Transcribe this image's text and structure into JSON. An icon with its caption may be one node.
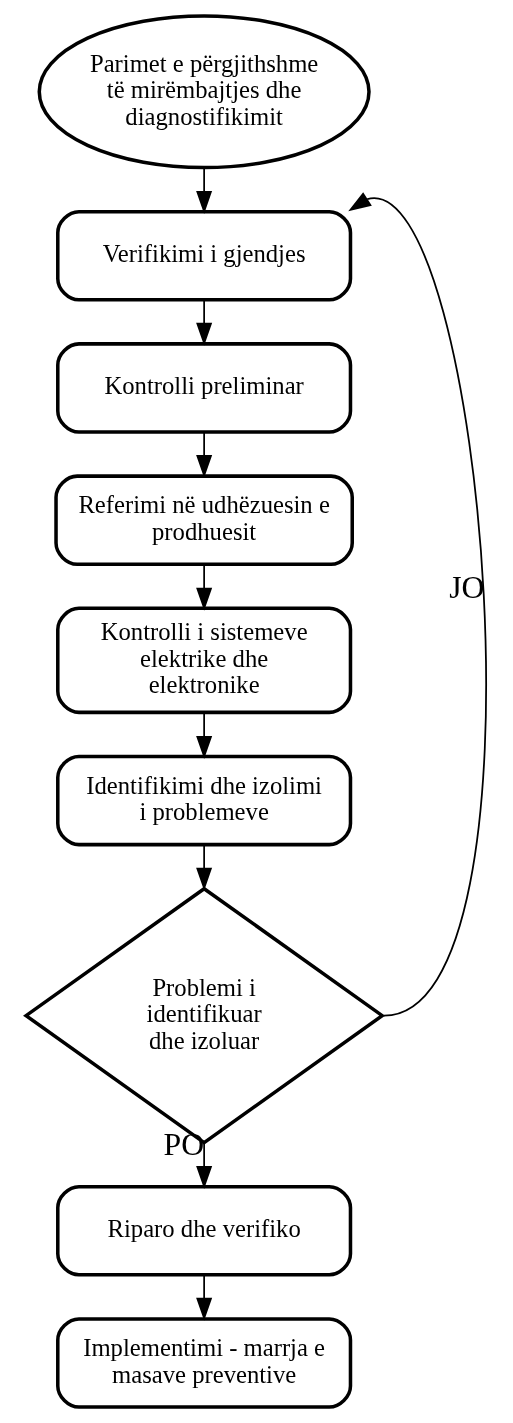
{
  "diagram": {
    "nodes": [
      {
        "text": [
          "Parimet e përgjithshme të mirëmbajtjes dhe diagnostifikimit"
        ]
      },
      {
        "text": [
          "Verifikimi i gjendjes"
        ]
      },
      {
        "text": [
          "Kontrolli preliminar"
        ]
      },
      {
        "text": [
          "Referimi në udhëzuesin e prodhuesit"
        ]
      },
      {
        "text": [
          "Kontrolli i sistemeve elektrike dhe elektronike"
        ]
      },
      {
        "text": [
          "Identifikimi dhe izolimi i problemeve"
        ]
      },
      {
        "text": [
          "Problemi i identifikuar dhe izoluar"
        ]
      },
      {
        "text": [
          "Riparo dhe verifiko"
        ]
      },
      {
        "text": [
          "Implementimi - marrja e masave preventive"
        ]
      }
    ],
    "edges": [
      {
        "from": 0,
        "to": 1,
        "arrow": "to"
      },
      {
        "from": 1,
        "to": 2,
        "arrow": "to"
      },
      {
        "from": 2,
        "to": 3,
        "arrow": "to"
      },
      {
        "from": 3,
        "to": 4,
        "arrow": "to"
      },
      {
        "from": 4,
        "to": 5,
        "arrow": "to"
      },
      {
        "from": 5,
        "to": 6,
        "arrow": "to"
      },
      {
        "from": 6,
        "to": 1,
        "arrow": "to",
        "label": "JO"
      },
      {
        "from": 6,
        "to": 7,
        "arrow": "to",
        "label": "PO"
      },
      {
        "from": 7,
        "to": 8,
        "arrow": "to"
      }
    ]
  }
}
